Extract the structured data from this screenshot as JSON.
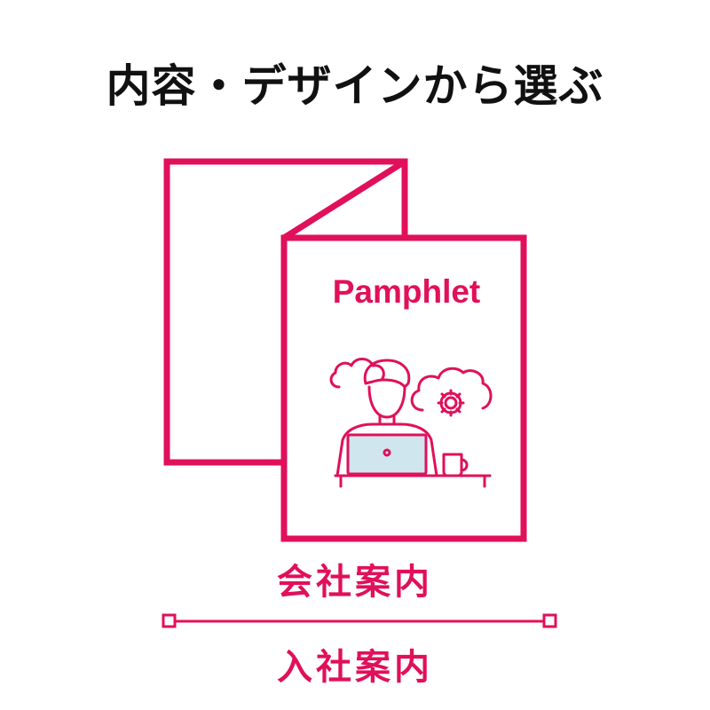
{
  "title": "内容・デザインから選ぶ",
  "pamphlet": {
    "label": "Pamphlet",
    "icons": [
      "folded-pamphlet-icon",
      "person-laptop-icon",
      "cloud-icon",
      "cloud-gear-icon",
      "mug-icon"
    ]
  },
  "captions": {
    "top": "会社案内",
    "bottom": "入社案内"
  },
  "colors": {
    "accent": "#e0105a",
    "title_text": "#111111",
    "laptop_screen": "#cfe6ee",
    "background": "#ffffff"
  }
}
